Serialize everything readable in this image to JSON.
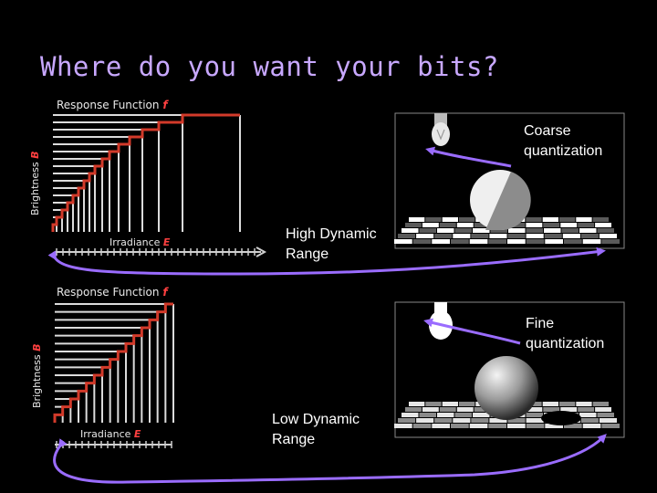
{
  "title": "Where do you want your bits?",
  "top": {
    "response_label": "Response Function",
    "response_symbol": "f",
    "y_axis_label": "Brightness",
    "y_axis_symbol": "B",
    "x_axis_label": "Irradiance",
    "x_axis_symbol": "E",
    "range_label_line1": "High Dynamic",
    "range_label_line2": "Range",
    "quantization_line1": "Coarse",
    "quantization_line2": "quantization"
  },
  "bottom": {
    "response_label": "Response Function",
    "response_symbol": "f",
    "y_axis_label": "Brightness",
    "y_axis_symbol": "B",
    "x_axis_label": "Irradiance",
    "x_axis_symbol": "E",
    "range_label_line1": "Low Dynamic",
    "range_label_line2": "Range",
    "quantization_line1": "Fine",
    "quantization_line2": "quantization"
  },
  "colors": {
    "title": "#c8a8ff",
    "curve": "#d23a2a",
    "grid": "#dcdcdc",
    "arrow": "#9a6cff",
    "accent_symbol": "#ff4040"
  }
}
